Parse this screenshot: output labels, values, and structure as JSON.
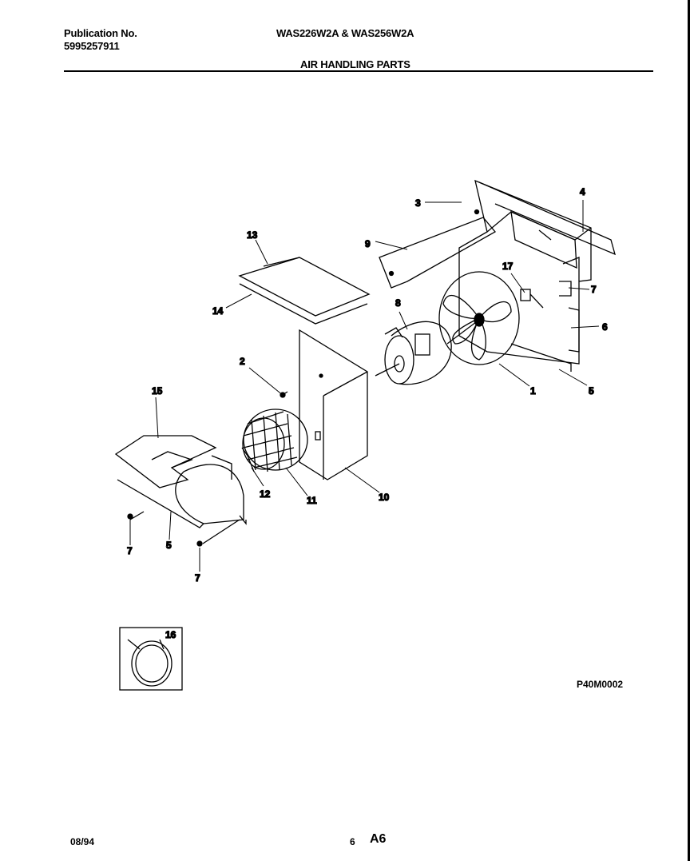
{
  "header": {
    "publication_label": "Publication No.",
    "publication_number": "5995257911",
    "models": "WAS226W2A & WAS256W2A",
    "section_title": "AIR HANDLING PARTS"
  },
  "figure_code": "P40M0002",
  "callouts": {
    "c1": "1",
    "c2": "2",
    "c3": "3",
    "c4": "4",
    "c5a": "5",
    "c5b": "5",
    "c6": "6",
    "c7a": "7",
    "c7b": "7",
    "c7c": "7",
    "c8": "8",
    "c9": "9",
    "c10": "10",
    "c11": "11",
    "c12": "12",
    "c13": "13",
    "c14": "14",
    "c15": "15",
    "c16": "16",
    "c17": "17"
  },
  "footer": {
    "date": "08/94",
    "page_number": "6",
    "page_code": "A6"
  }
}
